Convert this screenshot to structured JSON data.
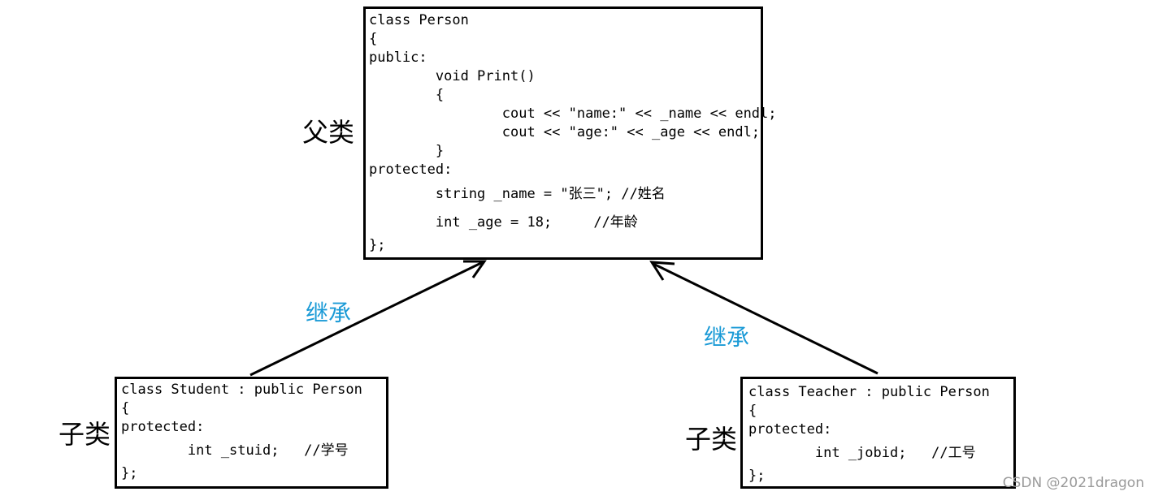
{
  "colors": {
    "inherit_label": "#1a9ad6",
    "line": "#000000",
    "watermark": "#9a9a9a"
  },
  "parent": {
    "side_label": "父类",
    "code_lines": [
      "class Person",
      "{",
      "public:",
      "        void Print()",
      "        {",
      "                cout << \"name:\" << _name << endl;",
      "                cout << \"age:\" << _age << endl;",
      "        }",
      "protected:",
      "        string _name = \"张三\"; //姓名",
      "        int _age = 18;     //年龄",
      "};"
    ]
  },
  "student": {
    "side_label": "子类",
    "code_lines": [
      "class Student : public Person",
      "{",
      "protected:",
      "        int _stuid;   //学号",
      "};"
    ]
  },
  "teacher": {
    "side_label": "子类",
    "code_lines": [
      "class Teacher : public Person",
      "{",
      "protected:",
      "        int _jobid;   //工号",
      "};"
    ]
  },
  "edges": {
    "left_label": "继承",
    "right_label": "继承"
  },
  "watermark": "CSDN @2021dragon"
}
